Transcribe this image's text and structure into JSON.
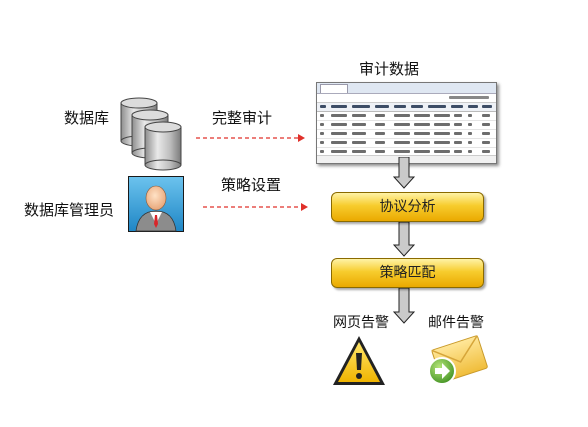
{
  "labels": {
    "audit_data": "审计数据",
    "database": "数据库",
    "full_audit": "完整审计",
    "strategy_setting": "策略设置",
    "db_admin": "数据库管理员",
    "protocol_analysis": "协议分析",
    "strategy_match": "策略匹配",
    "web_alert": "网页告警",
    "email_alert": "邮件告警"
  },
  "colors": {
    "dashed_arrow": "#e0302a",
    "gray_arrow": "#c8c8c8",
    "gold_light": "#fff3a6",
    "gold_dark": "#eaa900",
    "admin_bg": "#3aa7dd",
    "warning_yellow": "#f7c600",
    "envelope": "#f4c94a",
    "green_arrow": "#5aa832"
  },
  "icons": {
    "database": "database-cylinders-icon",
    "admin": "administrator-person-icon",
    "web_alert": "warning-triangle-icon",
    "email_alert": "email-envelope-icon",
    "audit_screenshot": "audit-table-screenshot-icon"
  }
}
